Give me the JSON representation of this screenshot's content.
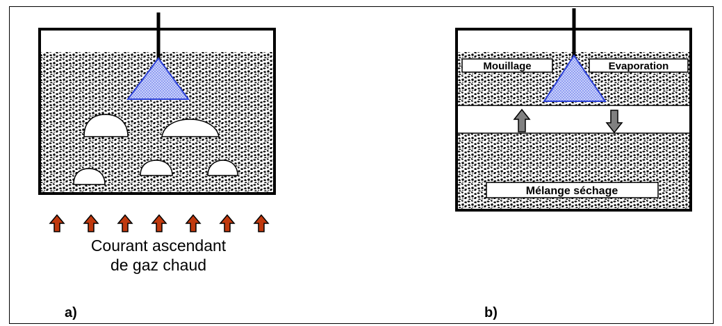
{
  "panel_a": {
    "caption": "Courant ascendant de gaz chaud",
    "caption_line1": "Courant ascendant",
    "caption_line2": "de gaz chaud",
    "tag": "a)"
  },
  "panel_b": {
    "label_wetting": "Mouillage",
    "label_evaporation": "Evaporation",
    "label_drying": "Mélange séchage",
    "tag": "b)"
  },
  "colors": {
    "outline": "#000000",
    "spray": "#3a4fe0",
    "spray_fill": "#b7c2f7",
    "gas_arrow": "#c0390e",
    "flow_arrow": "#7d7d7d",
    "particle_bed": "#ffffff"
  }
}
